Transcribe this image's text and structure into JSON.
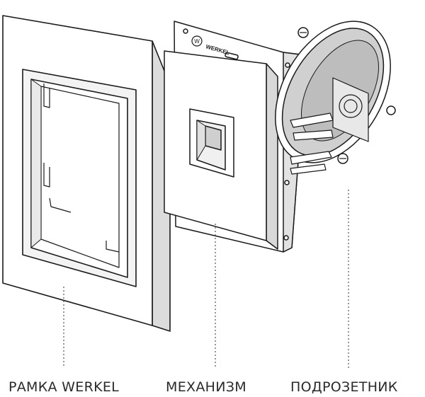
{
  "captions": {
    "frame": "РАМКА WERKEL",
    "mechanism": "МЕХАНИЗМ",
    "box": "ПОДРОЗЕТНИК"
  },
  "brand_mark": "WERKEL",
  "colors": {
    "line": "#1a1a1a",
    "surface": "#ffffff",
    "shade": "#e6e6e6",
    "dark_shade": "#9a9a9a",
    "leader": "#555555"
  }
}
